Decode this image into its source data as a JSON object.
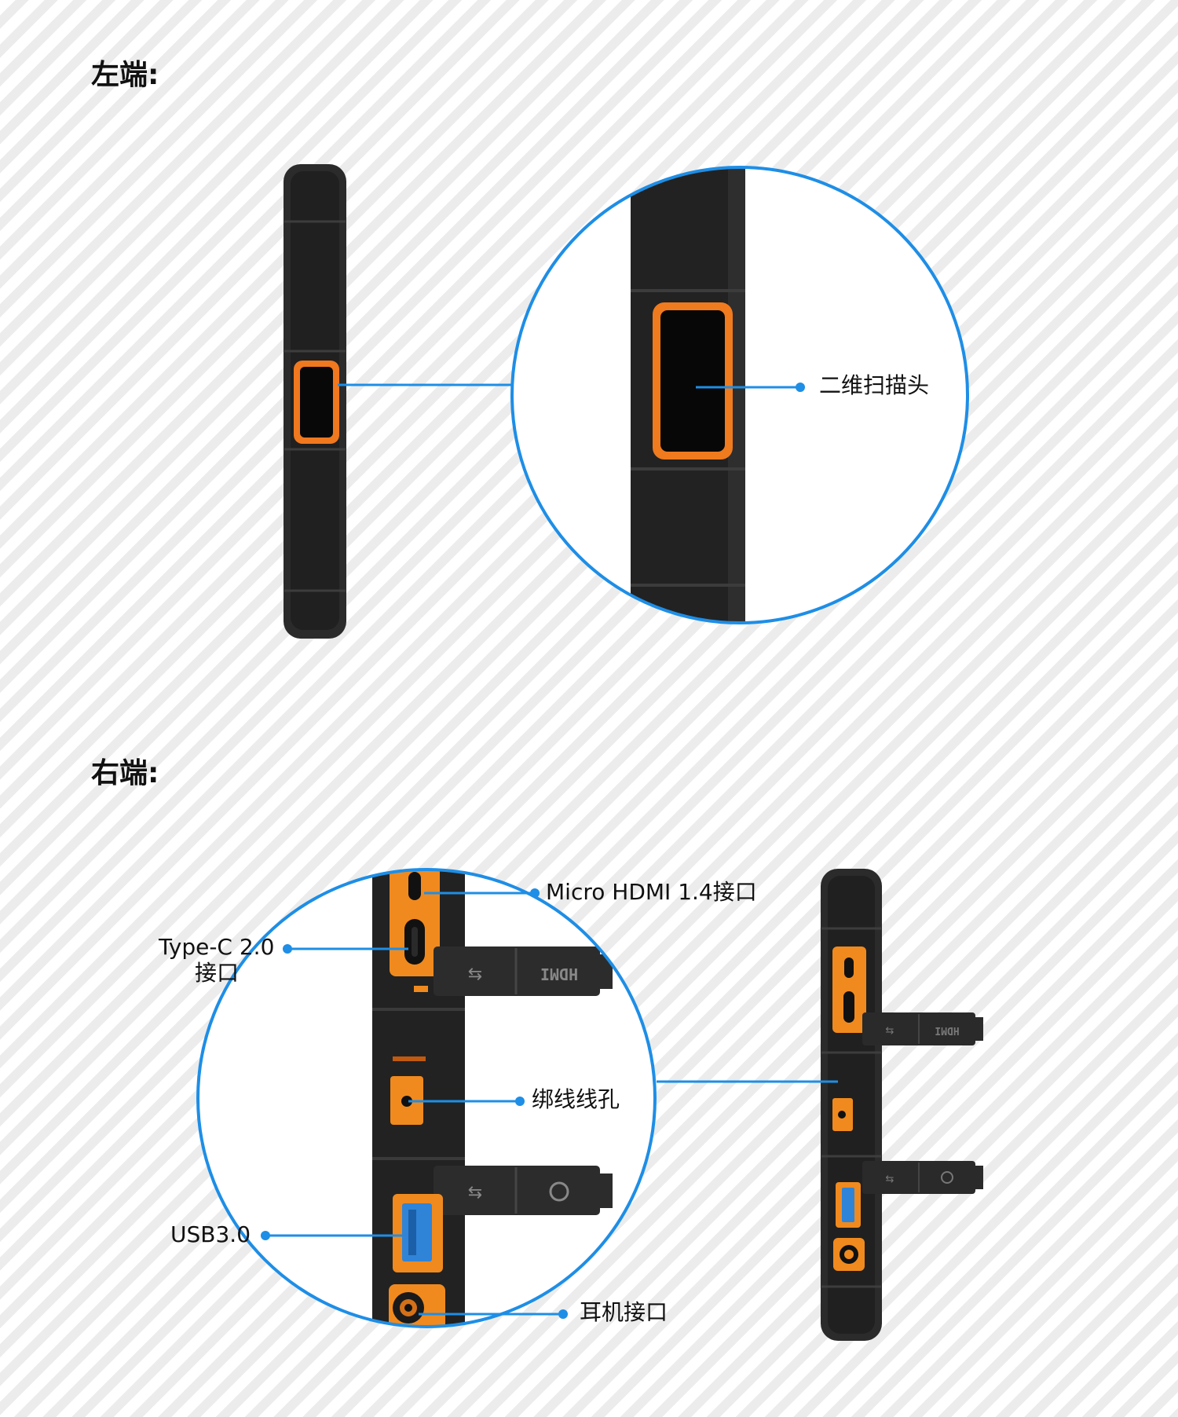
{
  "sections": {
    "left": {
      "title": "左端:"
    },
    "right": {
      "title": "右端:"
    }
  },
  "callouts": {
    "scanner": "二维扫描头",
    "micro_hdmi": "Micro HDMI 1.4接口",
    "type_c_line1": "Type-C 2.0",
    "type_c_line2": "接口",
    "lanyard": "绑线线孔",
    "usb3": "USB3.0",
    "headphone": "耳机接口"
  },
  "port_markings": {
    "hdmi_plug_text": "HDMI"
  },
  "colors": {
    "accent_blue": "#1e8ee6",
    "device_body": "#262626",
    "port_orange": "#f08a1e",
    "usb_blue": "#2f84d8"
  }
}
